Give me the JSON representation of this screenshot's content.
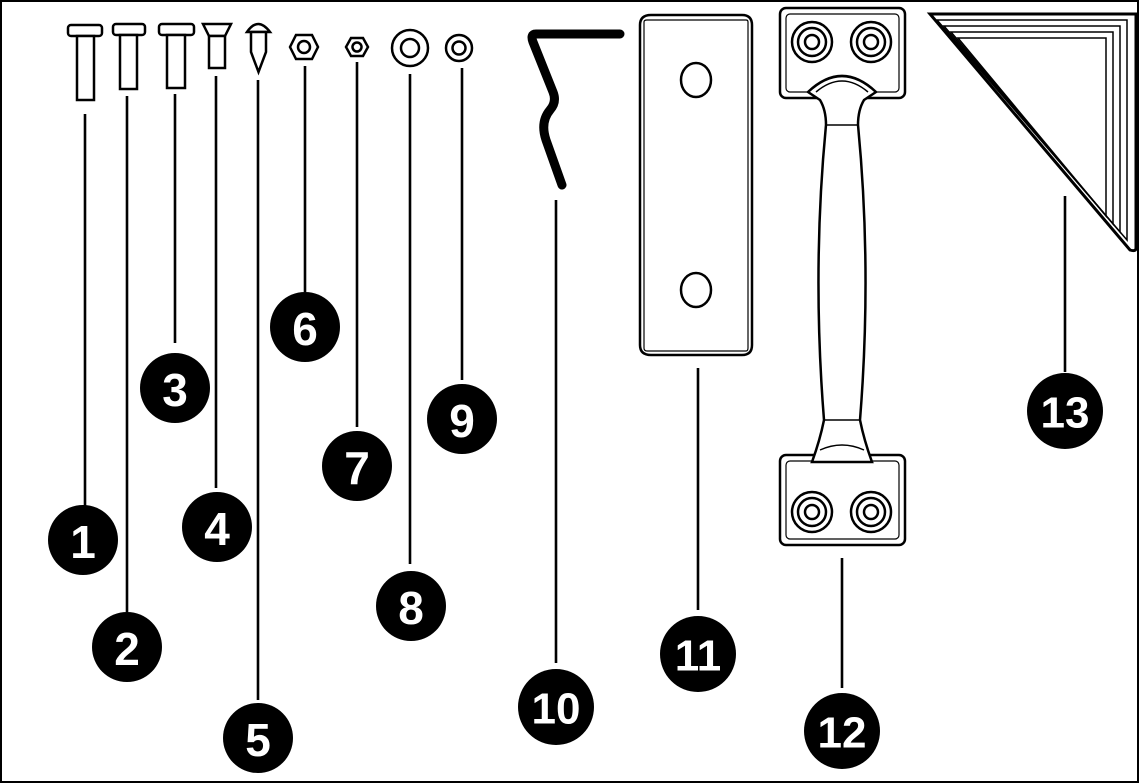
{
  "parts": [
    {
      "number": "1",
      "icon": "long-bolt-icon"
    },
    {
      "number": "2",
      "icon": "bolt-icon"
    },
    {
      "number": "3",
      "icon": "short-bolt-icon"
    },
    {
      "number": "4",
      "icon": "countersunk-screw-icon"
    },
    {
      "number": "5",
      "icon": "wood-screw-icon"
    },
    {
      "number": "6",
      "icon": "hex-nut-large-icon"
    },
    {
      "number": "7",
      "icon": "hex-nut-small-icon"
    },
    {
      "number": "8",
      "icon": "washer-large-icon"
    },
    {
      "number": "9",
      "icon": "washer-small-icon"
    },
    {
      "number": "10",
      "icon": "allen-key-icon"
    },
    {
      "number": "11",
      "icon": "backing-plate-icon"
    },
    {
      "number": "12",
      "icon": "pull-handle-icon"
    },
    {
      "number": "13",
      "icon": "corner-bracket-icon"
    }
  ],
  "colors": {
    "ink": "#000000",
    "paper": "#ffffff"
  }
}
